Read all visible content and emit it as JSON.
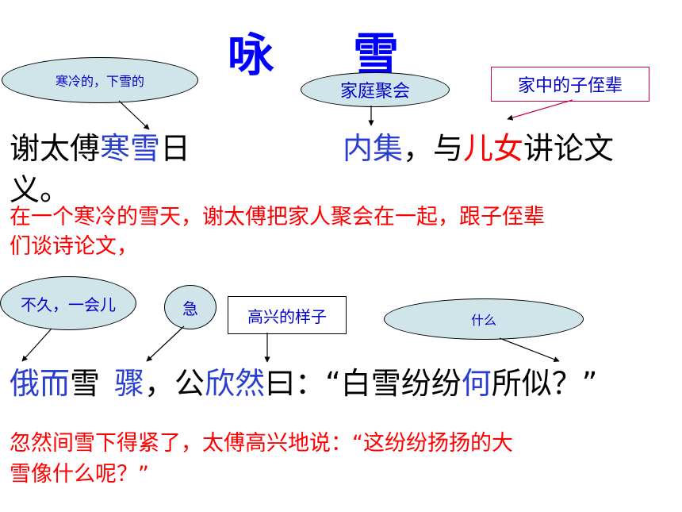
{
  "title": {
    "char1": "咏",
    "char2": "雪"
  },
  "notes": {
    "hanxue": "寒冷的，下雪的",
    "neiji": "家庭聚会",
    "ernv": "家中的子侄辈",
    "equal": "不久，一会儿",
    "zhou": "急",
    "xinran": "高兴的样子",
    "he": "什么"
  },
  "line1": {
    "part1": "谢太傅",
    "hanxue": "寒雪",
    "part2": "日",
    "neiji": "内集",
    "part3": "，与",
    "ernv": "儿女",
    "part4": "讲论文",
    "part5": "义。"
  },
  "translation1": {
    "row1": "在一个寒冷的雪天，谢太傅把家人聚会在一起，跟子侄辈",
    "row2": "们谈诗论文，"
  },
  "line2": {
    "ee": "俄而",
    "xue": "雪",
    "zhou": "骤",
    "gong": "，公",
    "xinran": "欣然",
    "yue": "曰：“白雪纷纷",
    "he": "何",
    "end": "所似？”"
  },
  "translation2": {
    "row1": "忽然间雪下得紧了，太傅高兴地说：“这纷纷扬扬的大",
    "row2": "雪像什么呢？”"
  }
}
